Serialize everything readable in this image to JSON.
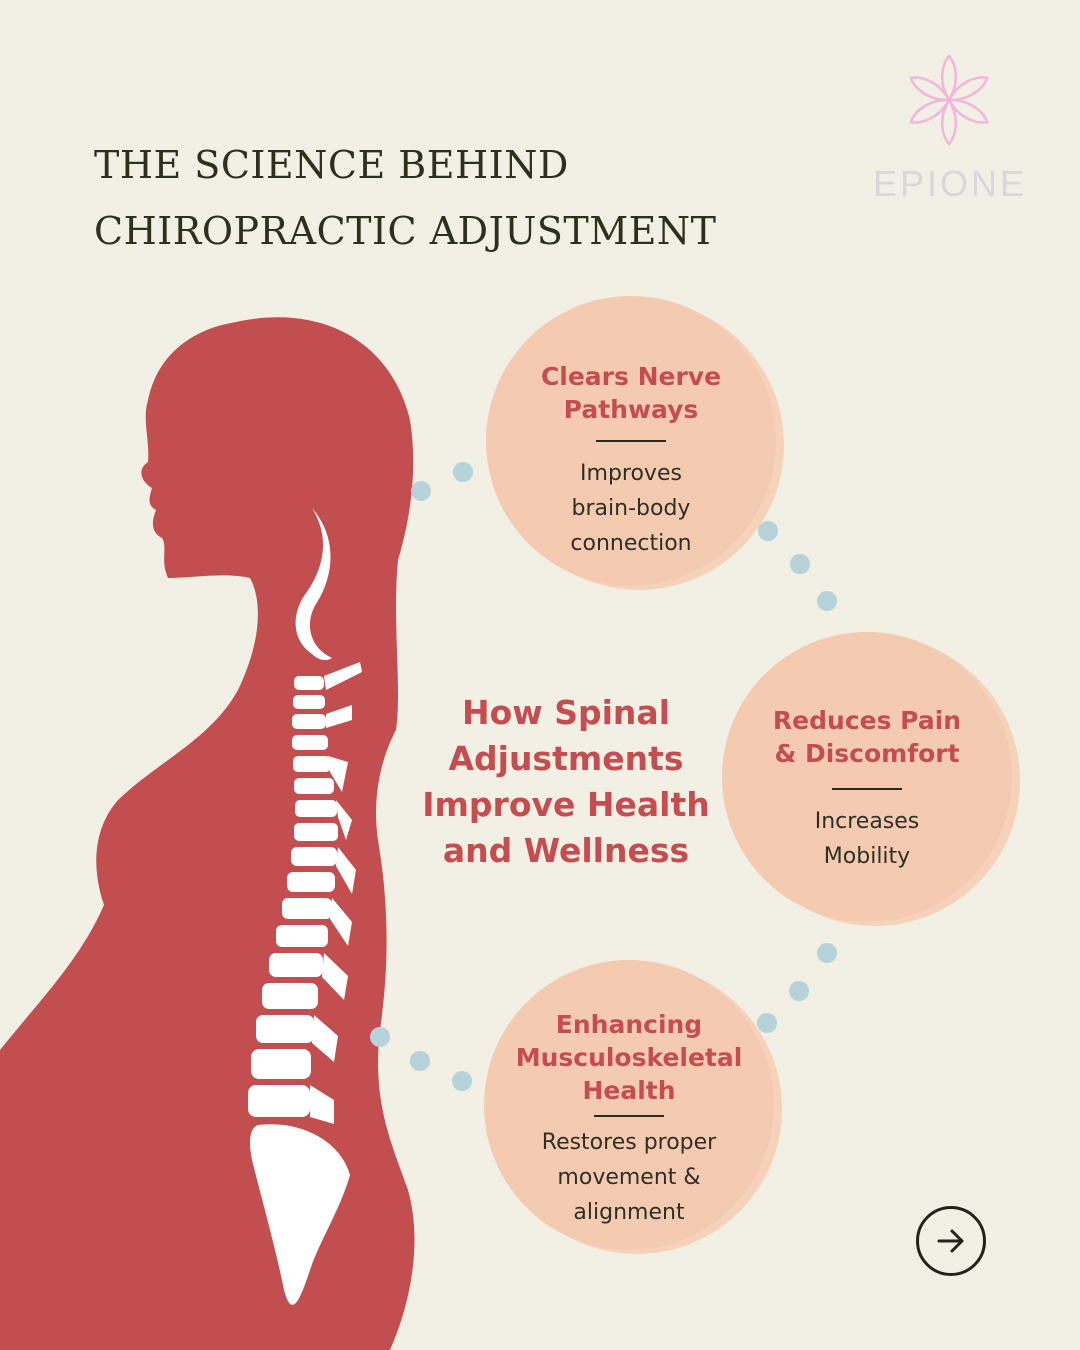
{
  "header": {
    "title_line1": "THE SCIENCE BEHIND",
    "title_line2": "CHIROPRACTIC ADJUSTMENT"
  },
  "logo": {
    "name": "EPIONE",
    "icon": "lotus-flower-icon",
    "color": "#f2b6dc"
  },
  "center": {
    "line1": "How Spinal",
    "line2": "Adjustments",
    "line3": "Improve Health",
    "line4": "and Wellness"
  },
  "benefits": [
    {
      "heading_lines": [
        "Clears Nerve",
        "Pathways"
      ],
      "body_lines": [
        "Improves",
        "brain-body",
        "connection"
      ]
    },
    {
      "heading_lines": [
        "Reduces Pain",
        "& Discomfort"
      ],
      "body_lines": [
        "Increases",
        "Mobility"
      ]
    },
    {
      "heading_lines": [
        "Enhancing",
        "Musculoskeletal",
        "Health"
      ],
      "body_lines": [
        "Restores proper",
        "movement &",
        "alignment"
      ]
    }
  ],
  "next_button": {
    "icon": "arrow-right-icon"
  },
  "colors": {
    "background": "#f2efe4",
    "silhouette": "#c24e4f",
    "accent_text": "#c64d4f",
    "circle_fill": "#f4cbb0",
    "dots": "#b5d3d9",
    "title": "#2d311b"
  }
}
